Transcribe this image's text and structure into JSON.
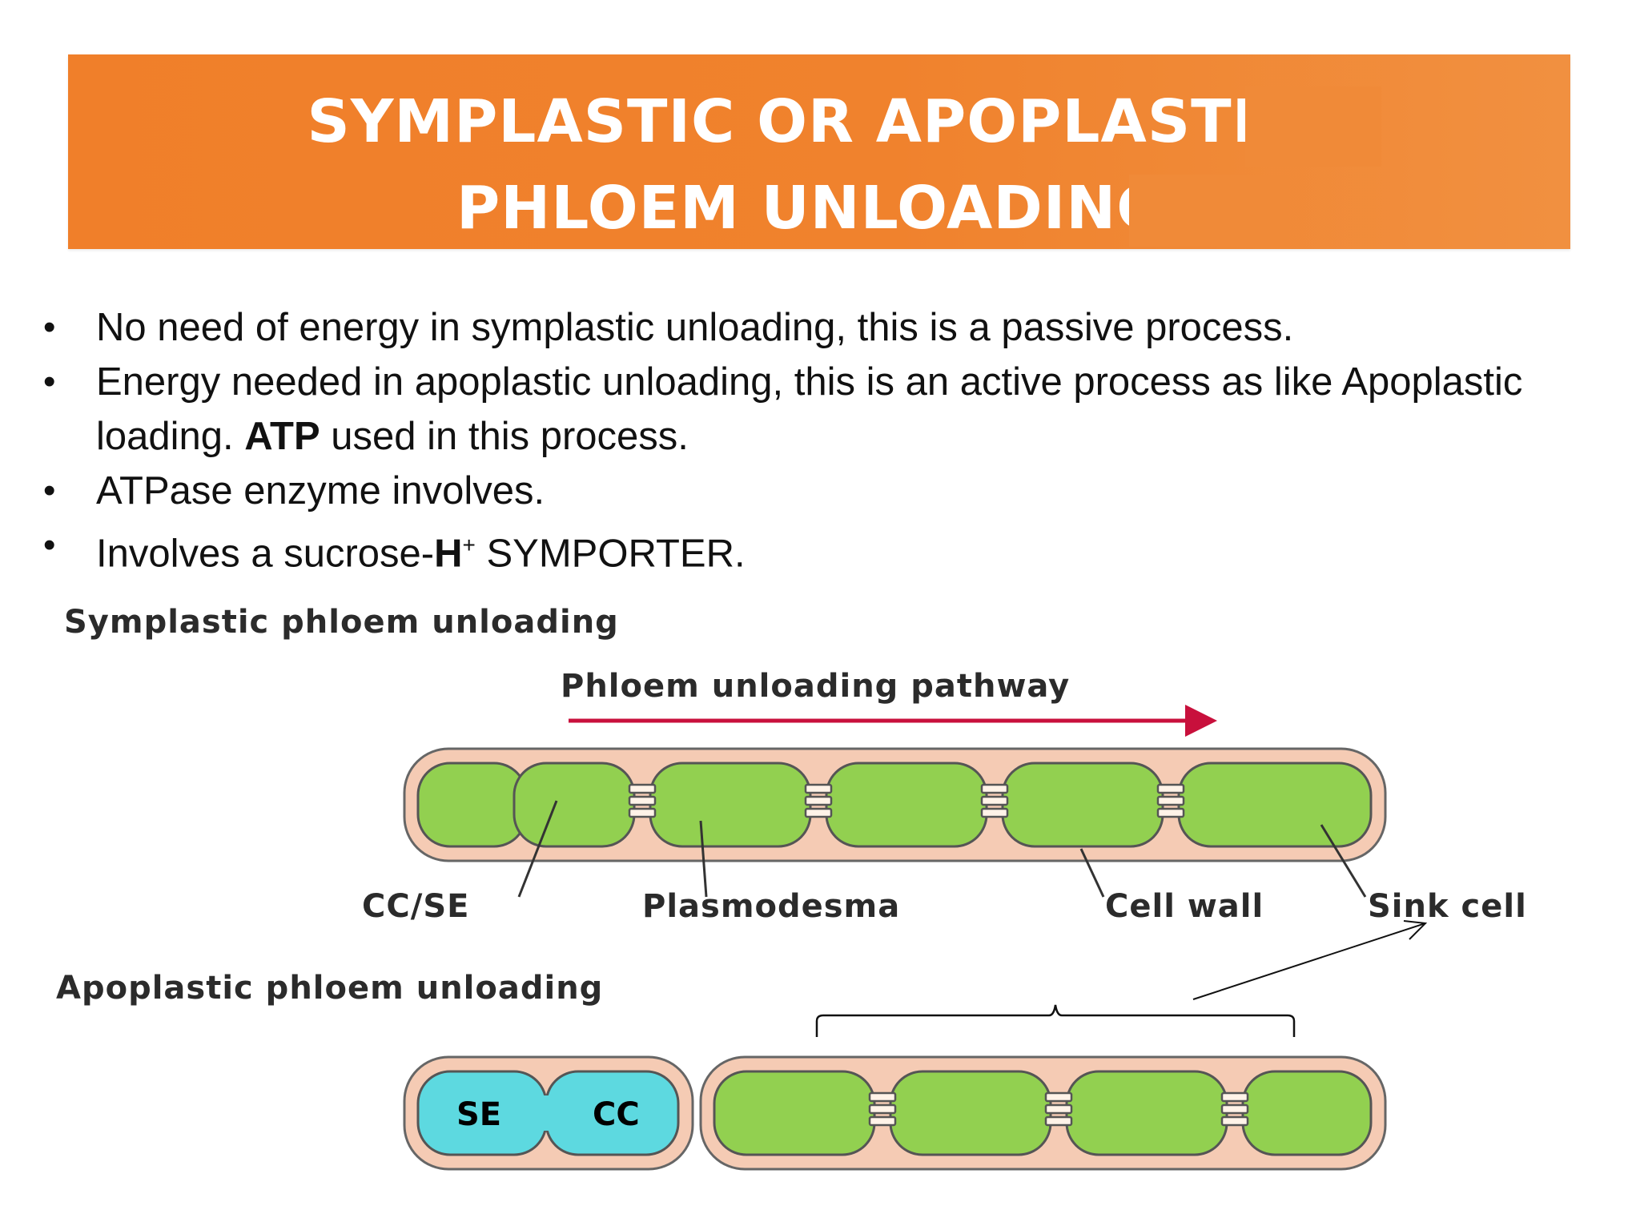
{
  "title": {
    "line1": "SYMPLASTIC OR APOPLASTIC",
    "line2": "PHLOEM UNLOADING"
  },
  "bullets": [
    {
      "text": "No need of energy in symplastic unloading, this is a passive process."
    },
    {
      "text_before": "Energy needed in apoplastic unloading, this is an active process as like Apoplastic loading. ",
      "bold": "ATP",
      "text_after": " used in this process."
    },
    {
      "text": "ATPase enzyme involves."
    },
    {
      "text_before": " Involves a sucrose-",
      "bold": "H",
      "sup": "+",
      "text_after": " SYMPORTER."
    }
  ],
  "diagram": {
    "symplastic_heading": "Symplastic phloem unloading",
    "pathway_label": "Phloem unloading pathway",
    "labels": {
      "cc_se": "CC/SE",
      "plasmodesma": "Plasmodesma",
      "cell_wall": "Cell wall",
      "sink_cell": "Sink cell"
    },
    "apoplastic_heading": "Apoplastic phloem unloading",
    "se_label": "SE",
    "cc_label": "CC",
    "colors": {
      "cell_fill": "#92d050",
      "wall_fill": "#f5cbb4",
      "outline": "#555555",
      "se_cc_fill": "#5dd9e0",
      "arrow": "#c8103c",
      "banner": "#f0822d"
    }
  }
}
